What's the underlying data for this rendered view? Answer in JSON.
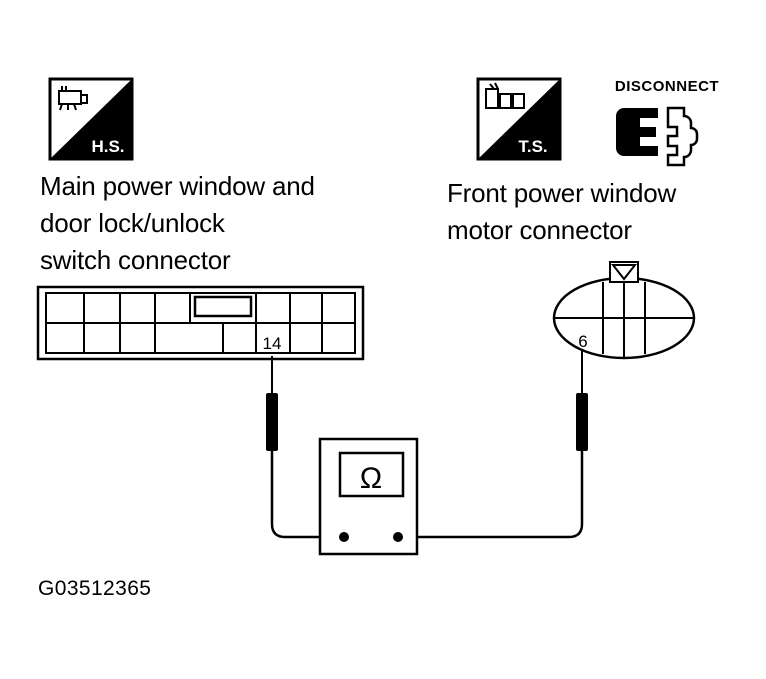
{
  "hs_badge": {
    "text": "H.S.",
    "icon": "harness-side-icon"
  },
  "ts_badge": {
    "text": "T.S.",
    "icon": "terminal-side-icon"
  },
  "disconnect": {
    "text": "DISCONNECT",
    "icon": "disconnect-connector-icon"
  },
  "main_connector": {
    "label_lines": [
      "Main power window and",
      "door lock/unlock",
      "switch connector"
    ],
    "terminal": "14"
  },
  "front_connector": {
    "label_lines": [
      "Front power window",
      "motor connector"
    ],
    "terminal": "6"
  },
  "meter": {
    "symbol": "Ω",
    "icon": "ohmmeter-icon"
  },
  "figure_id": "G03512365"
}
